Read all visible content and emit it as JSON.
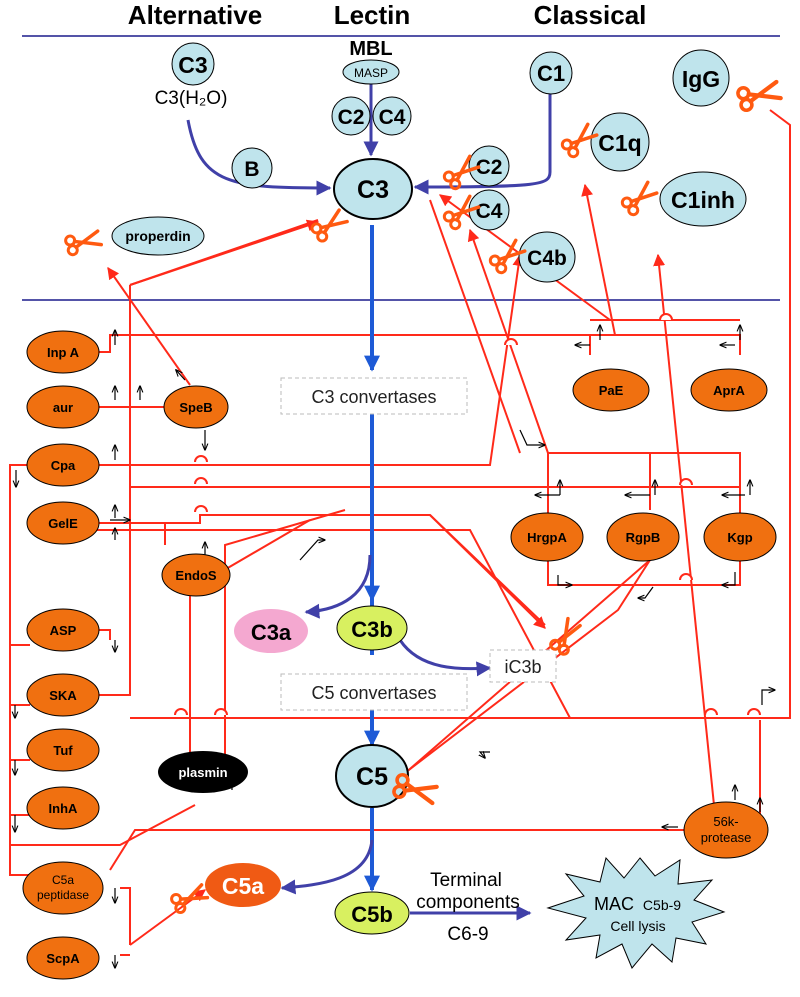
{
  "headers": {
    "alternative": "Alternative",
    "lectin": "Lectin",
    "classical": "Classical"
  },
  "complement": {
    "c3_top": "C3",
    "c3_h2o": "C3(H₂O)",
    "mbl": "MBL",
    "masp": "MASP",
    "c2_lectin": "C2",
    "c4_lectin": "C4",
    "c1": "C1",
    "igg": "IgG",
    "b": "B",
    "c3_center": "C3",
    "c2_classical": "C2",
    "c4_classical": "C4",
    "c1q": "C1q",
    "c1inh": "C1inh",
    "c4b": "C4b",
    "properdin": "properdin",
    "c3a": "C3a",
    "c3b": "C3b",
    "ic3b": "iC3b",
    "c5": "C5",
    "c5a": "C5a",
    "c5b": "C5b",
    "mac_line1": "MAC",
    "mac_c5b9": "C5b-9",
    "mac_line2": "Cell lysis"
  },
  "convertases": {
    "c3": "C3 convertases",
    "c5": "C5 convertases"
  },
  "terminal": {
    "line1": "Terminal",
    "line2": "components",
    "line3": "C6-9"
  },
  "proteases": {
    "inpa": "Inp A",
    "aur": "aur",
    "speb": "SpeB",
    "cpa": "Cpa",
    "gele": "GelE",
    "endos": "EndoS",
    "asp": "ASP",
    "ska": "SKA",
    "tuf": "Tuf",
    "inha": "InhA",
    "plasmin": "plasmin",
    "c5a_pep_1": "C5a",
    "c5a_pep_2": "peptidase",
    "scpa": "ScpA",
    "pae": "PaE",
    "apra": "AprA",
    "hrgpa": "HrgpA",
    "rgpb": "RgpB",
    "kgp": "Kgp",
    "p56k_1": "56k-",
    "p56k_2": "protease"
  },
  "colors": {
    "complement_fill": "#bfe4ec",
    "protease_fill": "#f07010",
    "c3b_fill": "#d8f060",
    "c3a_fill": "#f4a8d0",
    "c5a_fill": "#f05a14",
    "arrow_red": "#ff2a1a",
    "arrow_blue": "#4040a8",
    "cascade_blue": "#1e5ad6",
    "scissor_color": "#ff5a10",
    "divider": "#1c1c8c"
  }
}
